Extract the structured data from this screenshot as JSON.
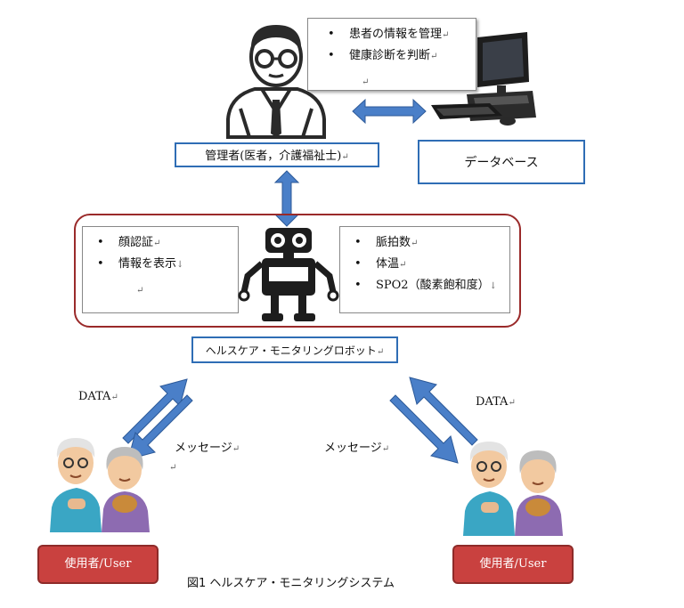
{
  "admin_box": {
    "items": [
      "患者の情報を管理",
      "健康診断を判断"
    ]
  },
  "admin_label": "管理者(医者，介護福祉士)",
  "database_label": "データベース",
  "robot_left": {
    "items": [
      "顔認証",
      "情報を表示"
    ]
  },
  "robot_right": {
    "items": [
      "脈拍数",
      "体温",
      "SPO2（酸素飽和度）"
    ]
  },
  "robot_label": "ヘルスケア・モニタリングロボット",
  "left_flow": {
    "data_label": "DATA",
    "message_label": "メッセージ"
  },
  "right_flow": {
    "data_label": "DATA",
    "message_label": "メッセージ"
  },
  "user_left_label": "使用者/User",
  "user_right_label": "使用者/User",
  "caption": "図1 ヘルスケア・モニタリングシステム",
  "colors": {
    "arrow": "#4a7fc8",
    "robot_border": "#9a2a2a",
    "box_border": "#2f6db5",
    "user_button": "#c9413f"
  }
}
